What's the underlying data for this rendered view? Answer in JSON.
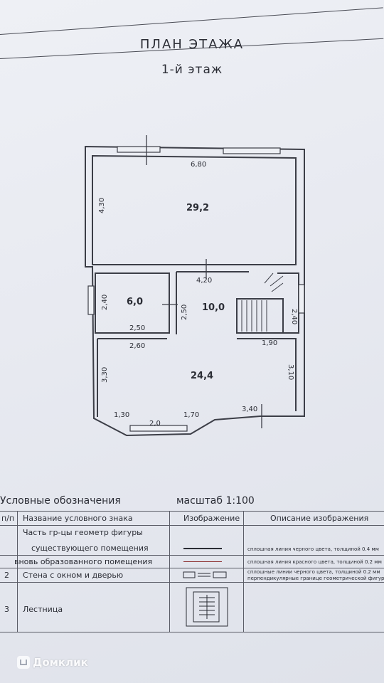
{
  "plan": {
    "title": "ПЛАН ЭТАЖА",
    "floor": "1-й этаж"
  },
  "rooms": [
    {
      "area": "29,2",
      "width": "6,80",
      "height": "4,30"
    },
    {
      "area": "6,0",
      "width": "2,50",
      "height": "2,40"
    },
    {
      "area": "10,0",
      "width": "4,20",
      "height": "2,50",
      "stair_side": "2,40"
    },
    {
      "area": "24,4",
      "width_top": "2,60",
      "width_right": "1,90",
      "left": "3,30",
      "right": "3,10",
      "bay_left": "1,30",
      "bay_mid": "2,0",
      "bay_right": "1,70",
      "corner": "3,40"
    }
  ],
  "legend": {
    "heading": "Условные обозначения",
    "scale": "масштаб 1:100",
    "columns": {
      "num": "п/п",
      "name": "Название условного знака",
      "image": "Изображение",
      "desc": "Описание изображения"
    },
    "rows": [
      {
        "num": "",
        "name": "Часть гр-цы геометр фигуры",
        "desc": ""
      },
      {
        "num": "",
        "name": "существующего помещения",
        "desc": "сплошная линия черного цвета, толщиной 0.4 мм"
      },
      {
        "num": "",
        "name": "вновь образованного помещения",
        "desc": "сплошная линия красного цвета, толщиной 0.2 мм"
      },
      {
        "num": "2",
        "name": "Стена с окном и дверью",
        "desc": "сплошные линии черного цвета, толщиной 0.2 мм",
        "desc2": "перпендикулярные границе геометрической фигуры"
      },
      {
        "num": "3",
        "name": "Лестница",
        "desc": ""
      }
    ]
  },
  "watermark": "Домклик"
}
